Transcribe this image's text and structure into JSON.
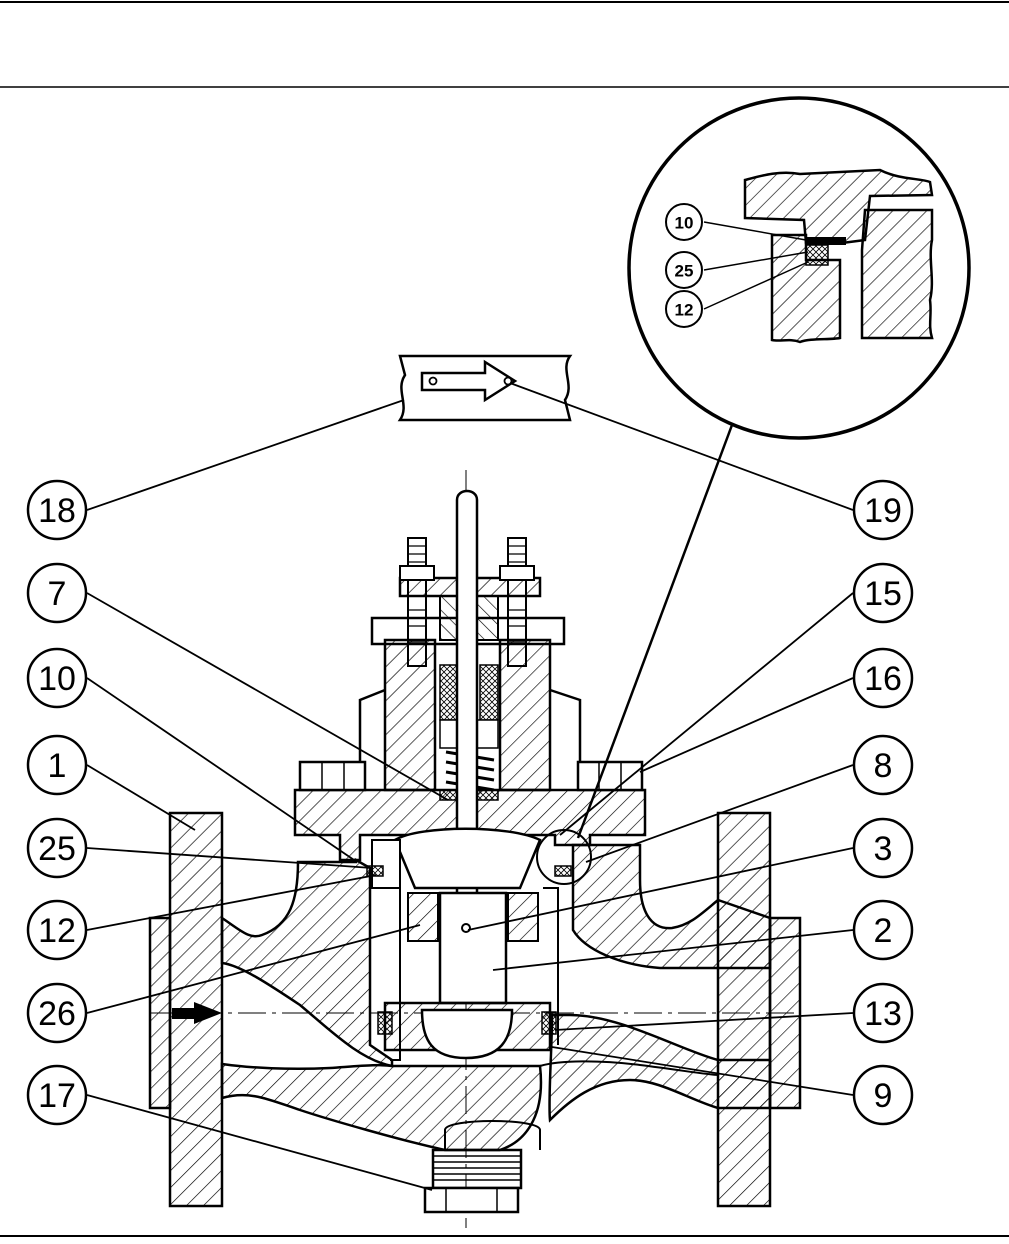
{
  "diagram": {
    "callouts_left": [
      "18",
      "7",
      "10",
      "1",
      "25",
      "12",
      "26",
      "17"
    ],
    "callouts_right": [
      "19",
      "15",
      "16",
      "8",
      "3",
      "2",
      "13",
      "9"
    ],
    "detail_callouts": [
      "10",
      "25",
      "12"
    ]
  },
  "colors": {
    "ink": "#000000",
    "paper": "#ffffff"
  }
}
